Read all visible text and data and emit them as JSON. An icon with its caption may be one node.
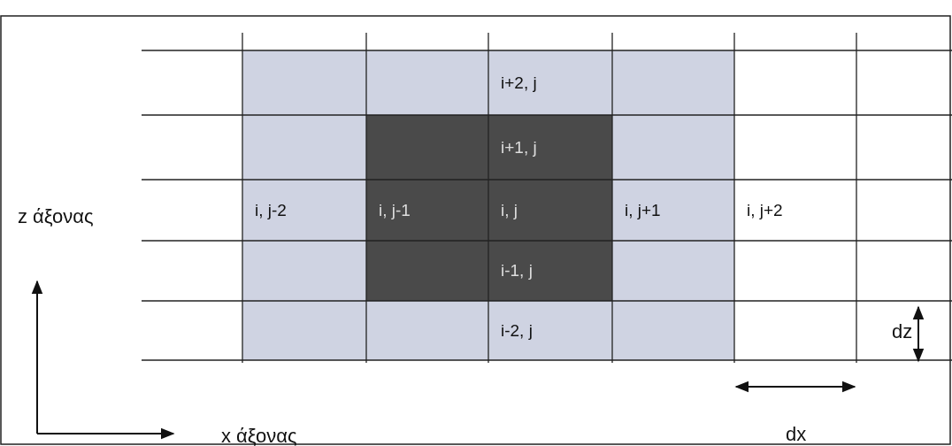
{
  "diagram": {
    "nodes": [
      {
        "text": [
          "i+2, j"
        ]
      },
      {
        "text": [
          "i+1, j"
        ]
      },
      {
        "text": [
          "i, j-2"
        ]
      },
      {
        "text": [
          "i, j-1"
        ]
      },
      {
        "text": [
          "i, j"
        ]
      },
      {
        "text": [
          "i, j+1"
        ]
      },
      {
        "text": [
          "i, j+2"
        ]
      },
      {
        "text": [
          "i-1, j"
        ]
      },
      {
        "text": [
          "i-2, j"
        ]
      }
    ],
    "labels": [
      "z άξονας",
      "x άξονας",
      "dz",
      "dx"
    ]
  }
}
